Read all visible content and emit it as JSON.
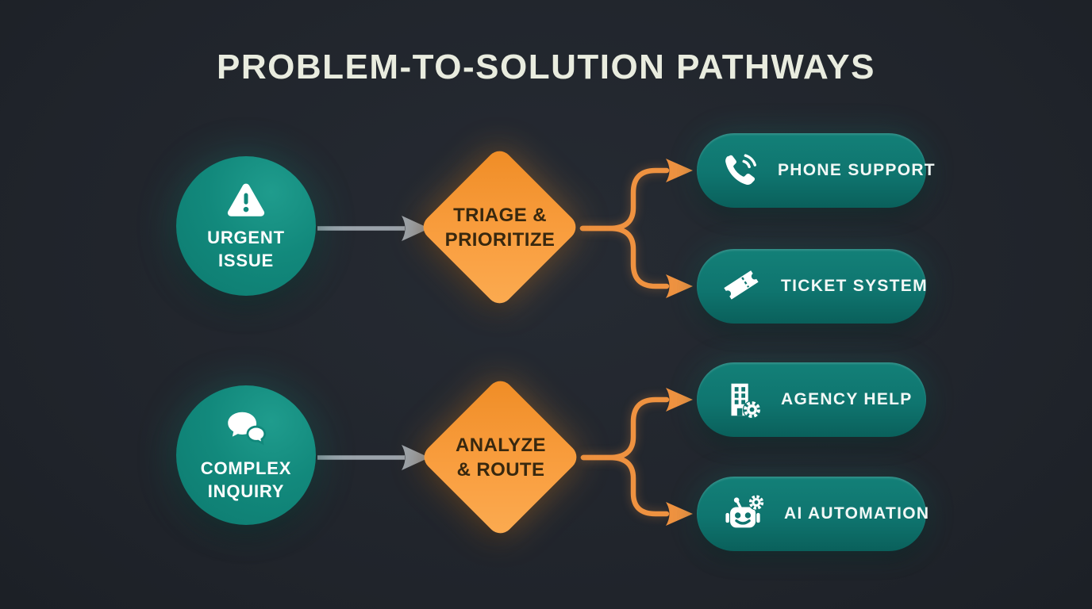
{
  "title": "PROBLEM-TO-SOLUTION PATHWAYS",
  "colors": {
    "background": "#20242b",
    "node_teal": "#12897c",
    "pill_teal": "#0f756f",
    "decision_orange": "#f79a3a",
    "connector_orange": "#ef9240",
    "connector_gray": "#9ba3ab",
    "title_text": "#e9ecdf",
    "decision_text": "#38280f",
    "node_text": "#ffffff"
  },
  "rows": [
    {
      "problem": {
        "icon": "warning-icon",
        "line1": "URGENT",
        "line2": "ISSUE"
      },
      "decision": {
        "line1": "TRIAGE &",
        "line2": "PRIORITIZE"
      },
      "solutions": [
        {
          "icon": "phone-icon",
          "label": "PHONE SUPPORT"
        },
        {
          "icon": "ticket-icon",
          "label": "TICKET SYSTEM"
        }
      ]
    },
    {
      "problem": {
        "icon": "chat-icon",
        "line1": "COMPLEX",
        "line2": "INQUIRY"
      },
      "decision": {
        "line1": "ANALYZE",
        "line2": "& ROUTE"
      },
      "solutions": [
        {
          "icon": "building-gear-icon",
          "label": "AGENCY HELP"
        },
        {
          "icon": "robot-icon",
          "label": "AI AUTOMATION"
        }
      ]
    }
  ]
}
